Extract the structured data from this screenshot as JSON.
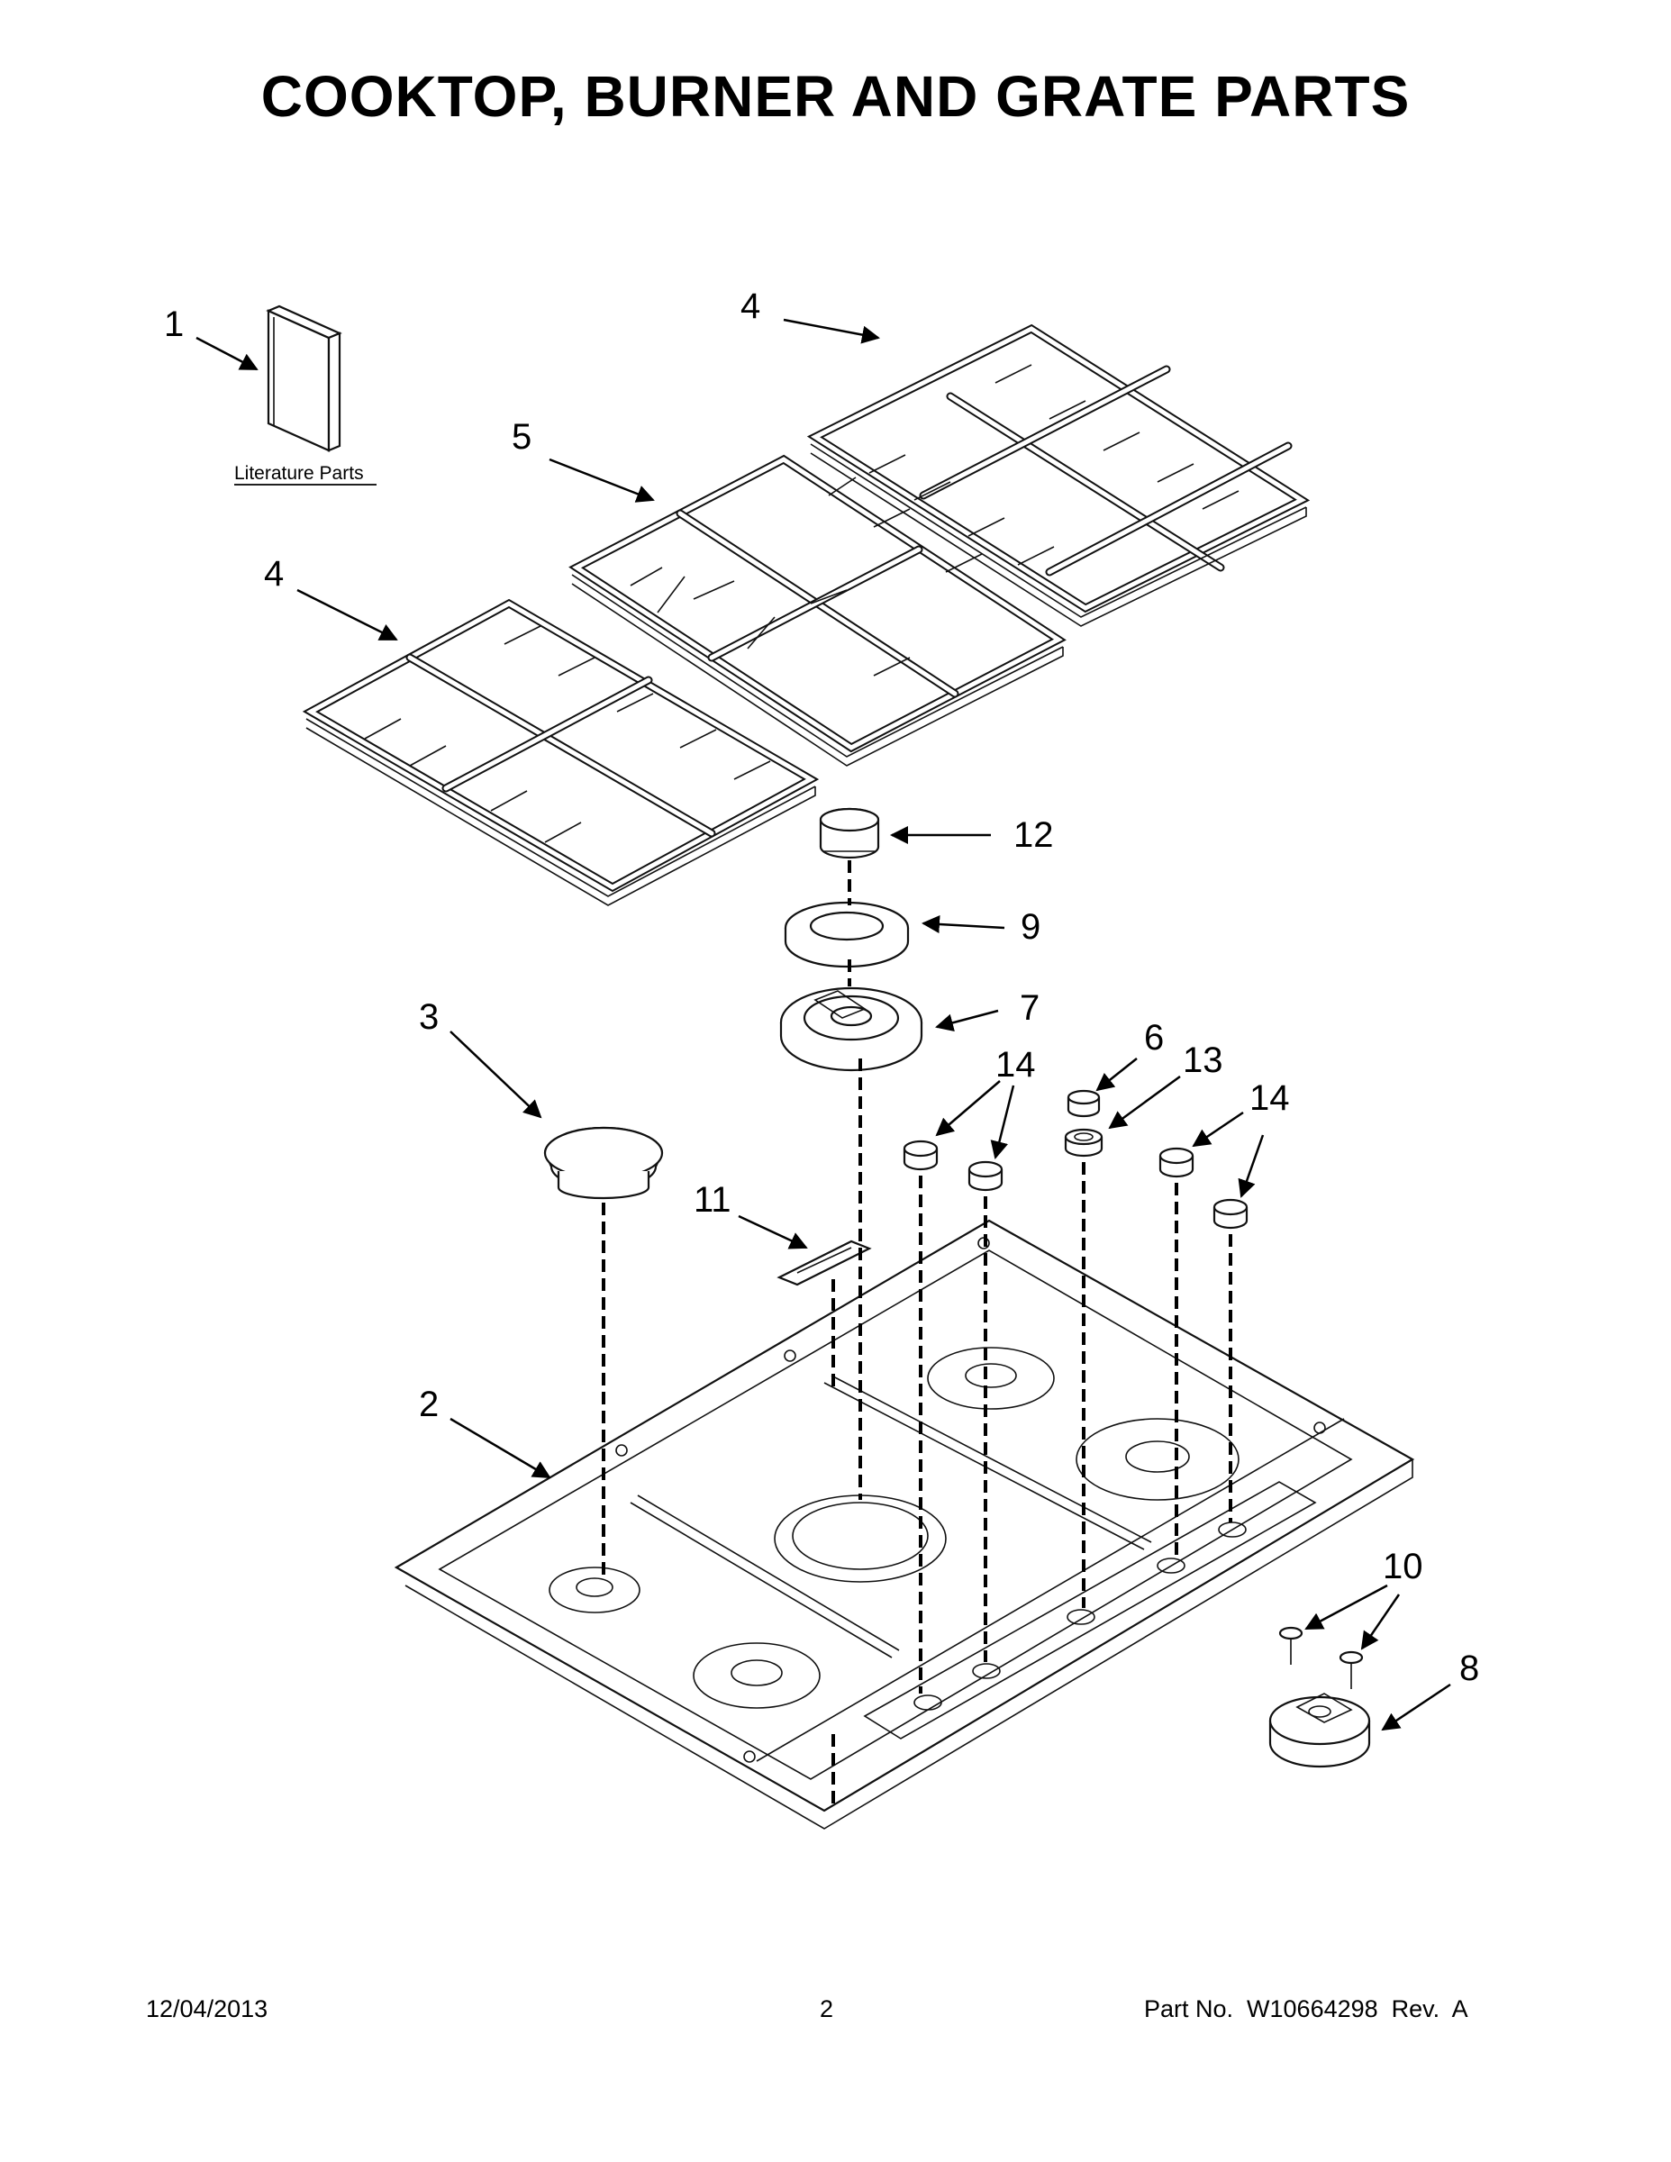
{
  "title": "COOKTOP, BURNER AND GRATE PARTS",
  "literature_label": "Literature Parts",
  "callouts": [
    {
      "id": "c1",
      "label": "1"
    },
    {
      "id": "c4a",
      "label": "4"
    },
    {
      "id": "c5",
      "label": "5"
    },
    {
      "id": "c4b",
      "label": "4"
    },
    {
      "id": "c12",
      "label": "12"
    },
    {
      "id": "c9",
      "label": "9"
    },
    {
      "id": "c7",
      "label": "7"
    },
    {
      "id": "c3",
      "label": "3"
    },
    {
      "id": "c6",
      "label": "6"
    },
    {
      "id": "c13",
      "label": "13"
    },
    {
      "id": "c14a",
      "label": "14"
    },
    {
      "id": "c14b",
      "label": "14"
    },
    {
      "id": "c11",
      "label": "11"
    },
    {
      "id": "c2",
      "label": "2"
    },
    {
      "id": "c10",
      "label": "10"
    },
    {
      "id": "c8",
      "label": "8"
    }
  ],
  "footer": {
    "date": "12/04/2013",
    "page": "2",
    "part_no": "Part No.  W10664298  Rev.  A"
  }
}
